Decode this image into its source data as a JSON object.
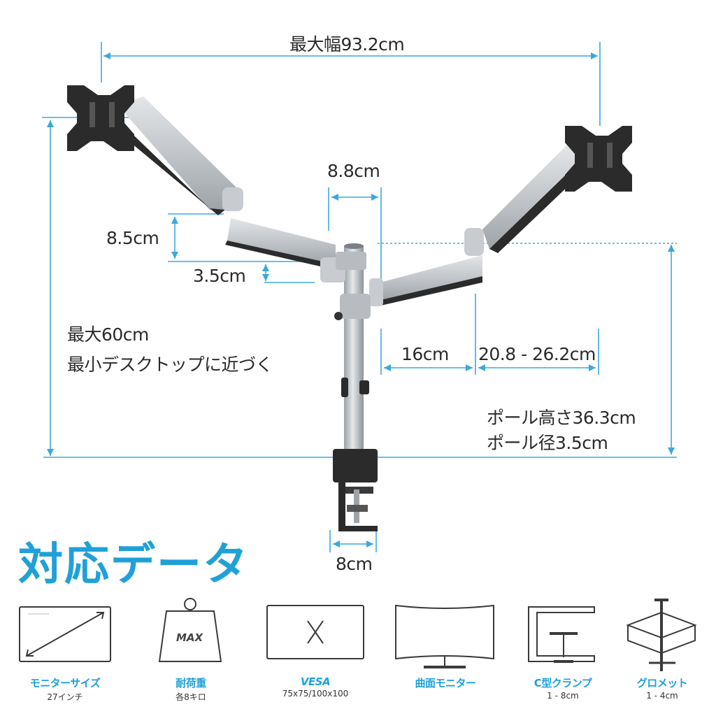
{
  "dimensions": {
    "max_width": "最大幅93.2cm",
    "arm_segment": "8.8cm",
    "arm_height": "8.5cm",
    "arm_offset": "3.5cm",
    "max_height": "最大60cm",
    "min_desk": "最小デスクトップに近づく",
    "inner_reach": "16cm",
    "outer_reach": "20.8 - 26.2cm",
    "pole_height": "ポール高さ36.3cm",
    "pole_diameter": "ポール径3.5cm",
    "base_width": "8cm"
  },
  "section_title": "対応データ",
  "features": [
    {
      "title": "モニターサイズ",
      "sub": "27インチ",
      "icon": "monitor-size-icon"
    },
    {
      "title": "耐荷重",
      "sub": "各8キロ",
      "icon": "weight-icon",
      "icon_text": "MAX"
    },
    {
      "title": "VESA",
      "sub": "75x75/100x100",
      "icon": "vesa-icon"
    },
    {
      "title": "曲面モニター",
      "sub": "",
      "icon": "curved-monitor-icon"
    },
    {
      "title": "C型クランプ",
      "sub": "1 - 8cm",
      "icon": "c-clamp-icon"
    },
    {
      "title": "グロメット",
      "sub": "1 - 4cm",
      "icon": "grommet-icon"
    }
  ],
  "colors": {
    "accent": "#1fa1d8",
    "dimension_line": "#3aa8dc",
    "arm_silver": "#c9cdd1",
    "arm_dark": "#2b2b2b"
  }
}
